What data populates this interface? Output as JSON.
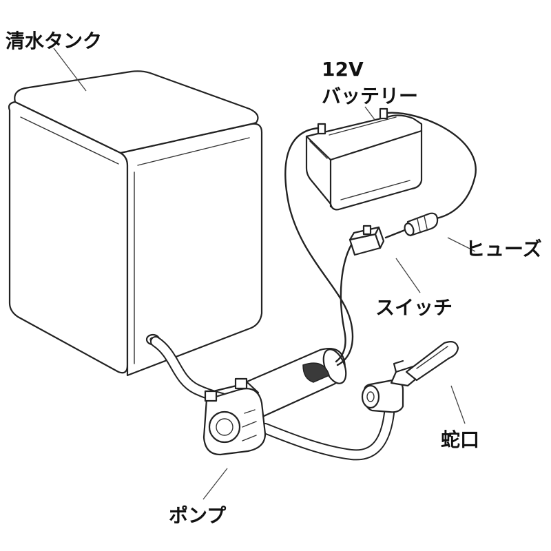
{
  "labels": {
    "tank": "清水タンク",
    "battery_voltage": "12V",
    "battery": "バッテリー",
    "fuse": "ヒューズ",
    "switch": "スイッチ",
    "faucet": "蛇口",
    "pump": "ポンプ"
  },
  "colors": {
    "line": "#222222",
    "background": "#ffffff",
    "text": "#111111"
  }
}
